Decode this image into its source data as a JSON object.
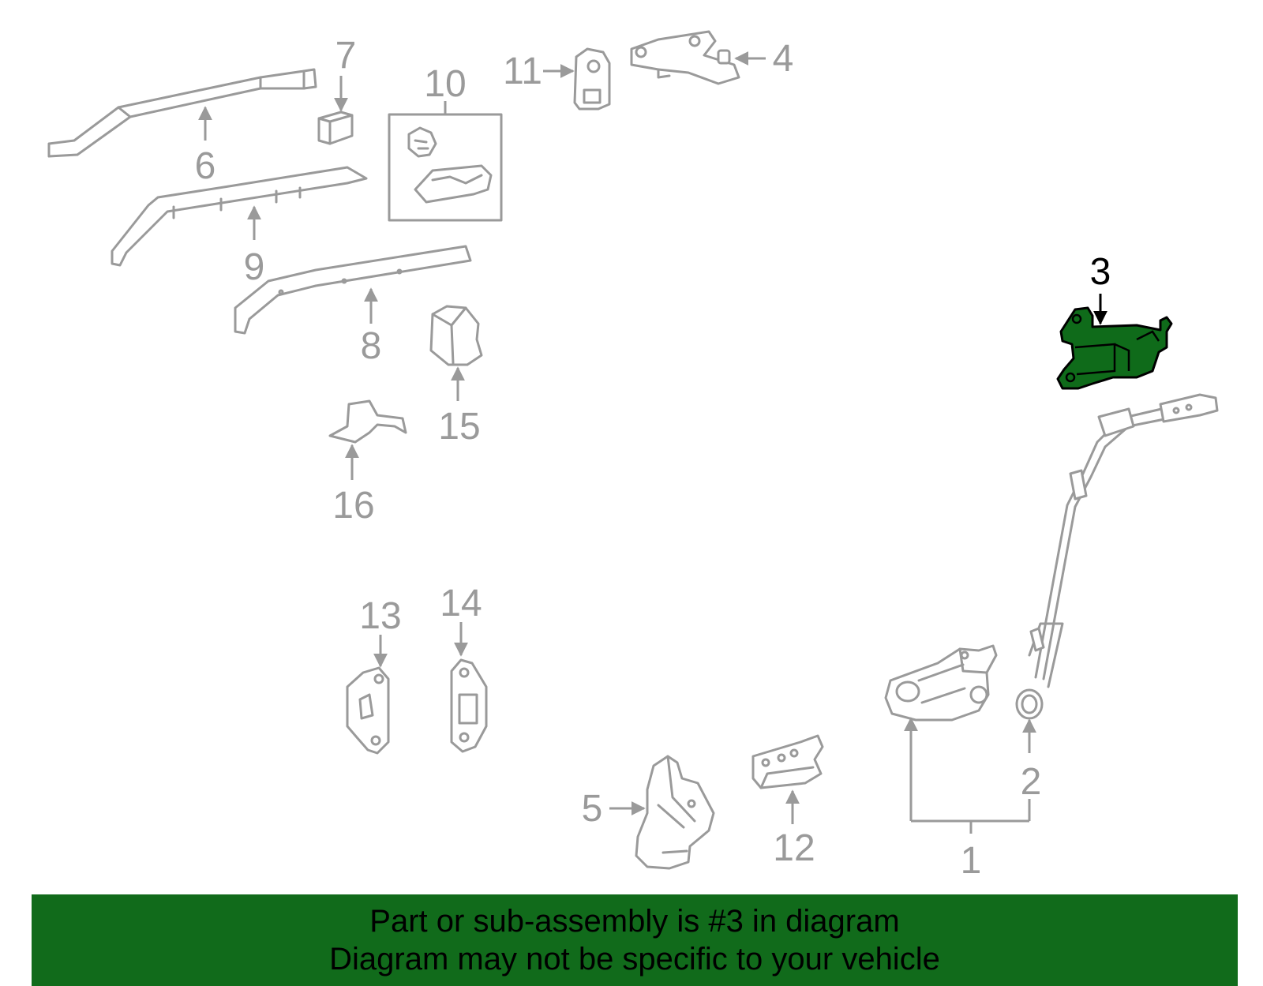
{
  "diagram": {
    "callouts": [
      {
        "id": "1",
        "label": "1",
        "highlighted": false
      },
      {
        "id": "2",
        "label": "2",
        "highlighted": false
      },
      {
        "id": "3",
        "label": "3",
        "highlighted": true
      },
      {
        "id": "4",
        "label": "4",
        "highlighted": false
      },
      {
        "id": "5",
        "label": "5",
        "highlighted": false
      },
      {
        "id": "6",
        "label": "6",
        "highlighted": false
      },
      {
        "id": "7",
        "label": "7",
        "highlighted": false
      },
      {
        "id": "8",
        "label": "8",
        "highlighted": false
      },
      {
        "id": "9",
        "label": "9",
        "highlighted": false
      },
      {
        "id": "10",
        "label": "10",
        "highlighted": false
      },
      {
        "id": "11",
        "label": "11",
        "highlighted": false
      },
      {
        "id": "12",
        "label": "12",
        "highlighted": false
      },
      {
        "id": "13",
        "label": "13",
        "highlighted": false
      },
      {
        "id": "14",
        "label": "14",
        "highlighted": false
      },
      {
        "id": "15",
        "label": "15",
        "highlighted": false
      },
      {
        "id": "16",
        "label": "16",
        "highlighted": false
      }
    ],
    "colors": {
      "part_outline": "#9a9a9a",
      "highlight_fill": "#0f6b1a",
      "banner_bg": "#116b1b"
    }
  },
  "banner": {
    "line1": "Part or sub-assembly is #3 in diagram",
    "line2": "Diagram may not be specific to your vehicle"
  }
}
